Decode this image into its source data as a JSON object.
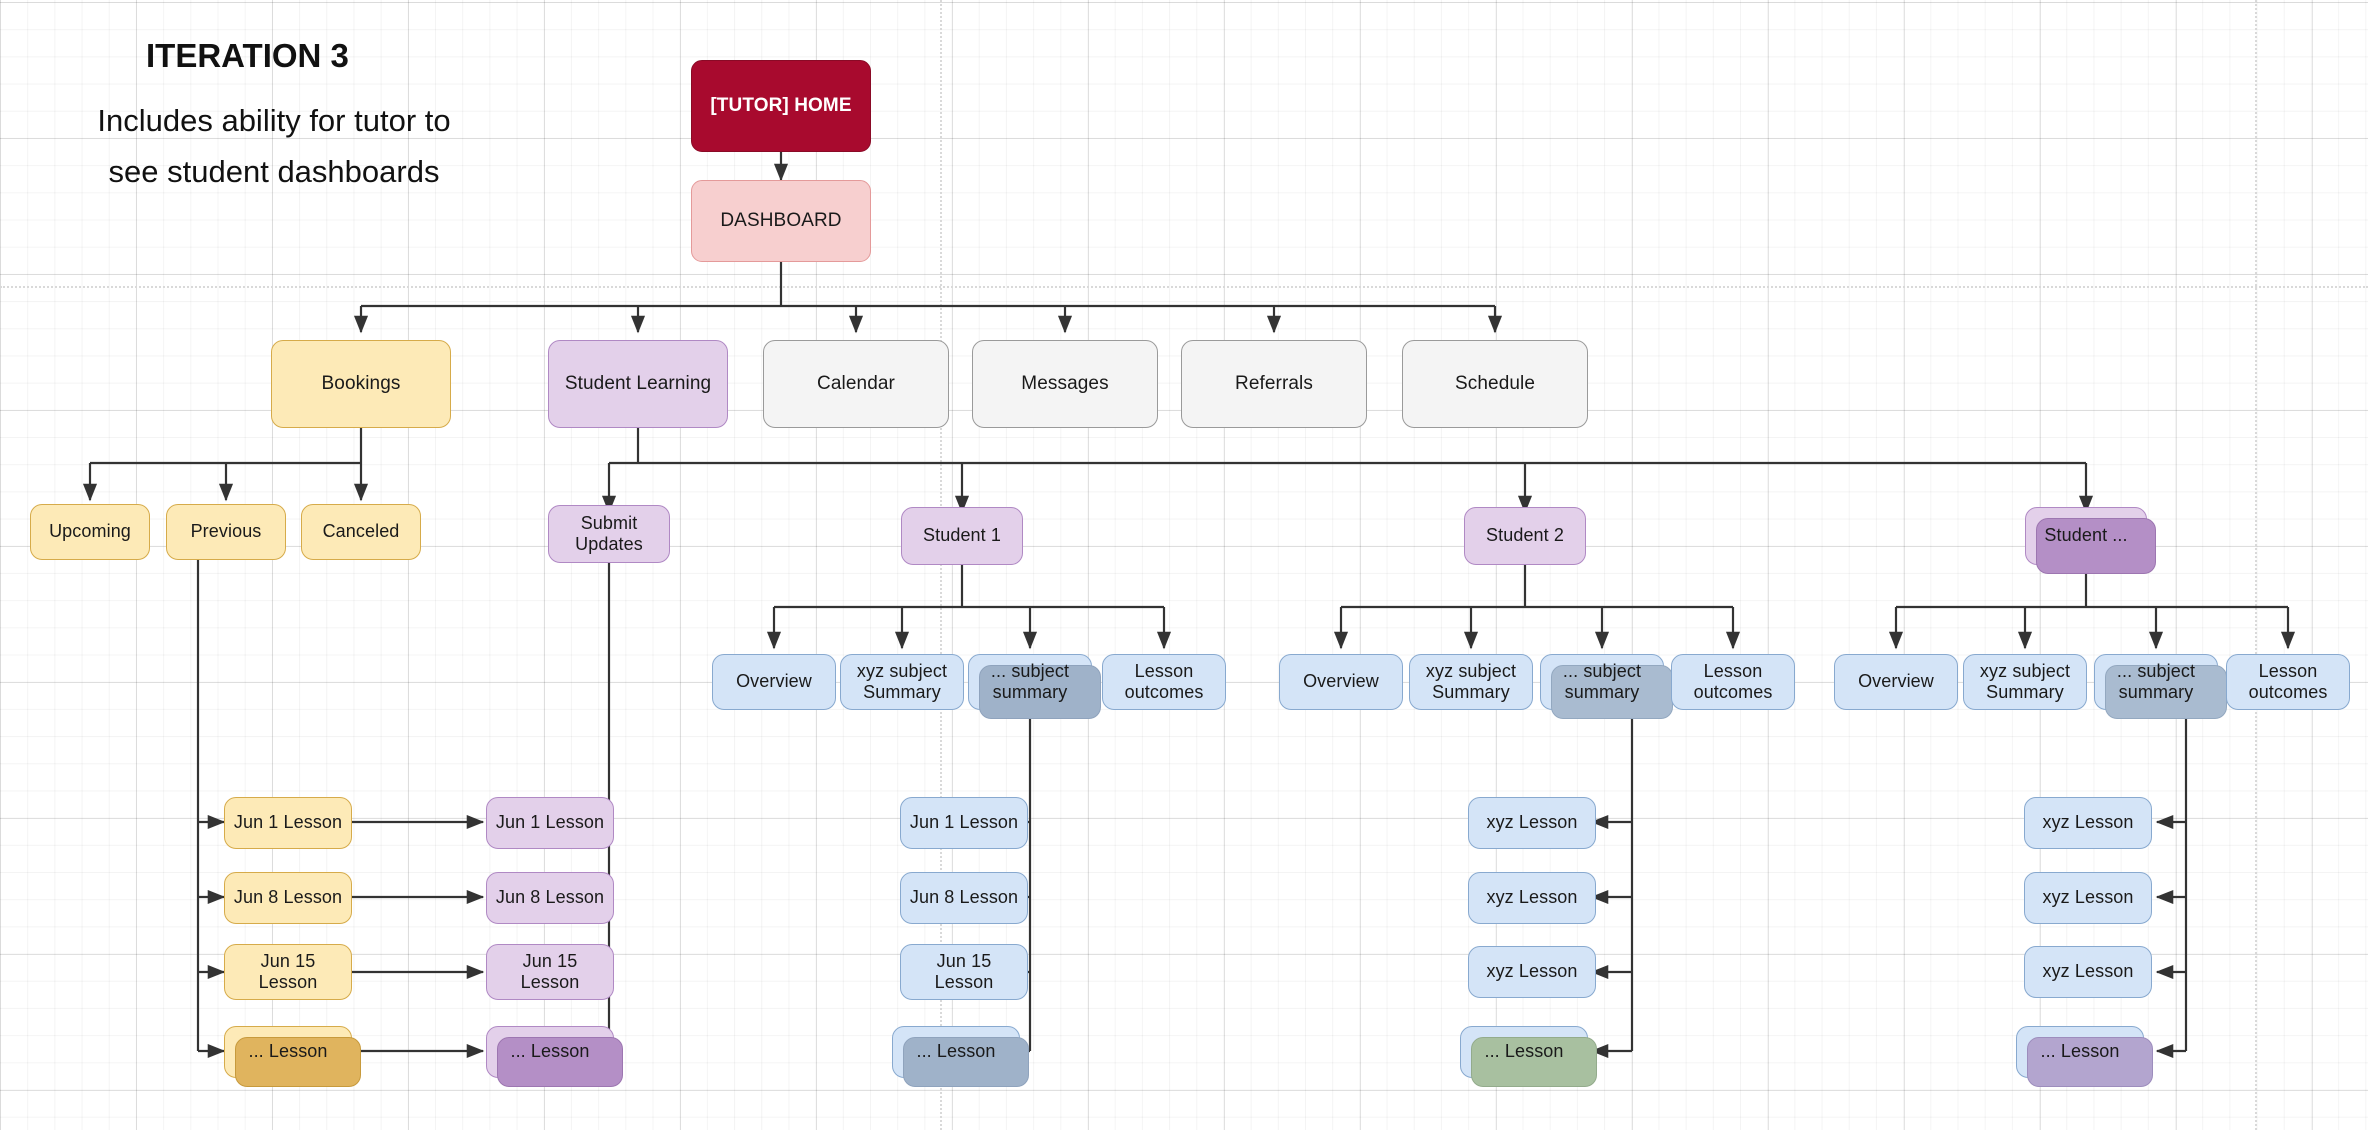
{
  "header": {
    "title": "ITERATION 3",
    "subtitle_line1": "Includes ability for tutor to",
    "subtitle_line2": "see student dashboards"
  },
  "colors": {
    "home": "#a80a2e",
    "dashboard": "#f7cfcf",
    "bookings_yellow": "#fdeab7",
    "student_purple": "#e3d0ea",
    "neutral_grey": "#f4f4f4",
    "lesson_blue": "#d4e4f7"
  },
  "nodes": {
    "home": "[TUTOR] HOME",
    "dashboard": "DASHBOARD",
    "level2": [
      "Bookings",
      "Student Learning",
      "Calendar",
      "Messages",
      "Referrals",
      "Schedule"
    ],
    "bookings_children": [
      "Upcoming",
      "Previous",
      "Canceled"
    ],
    "student_learning_children": [
      "Submit\nUpdates",
      "Student 1",
      "Student 2",
      "Student ..."
    ],
    "submit_updates_l1": "Submit",
    "submit_updates_l2": "Updates",
    "student1": "Student 1",
    "student2": "Student 2",
    "studentN": "Student ...",
    "student_tabs": [
      {
        "line1": "Overview",
        "line2": ""
      },
      {
        "line1": "xyz subject",
        "line2": "Summary"
      },
      {
        "line1": "... subject",
        "line2": "summary"
      },
      {
        "line1": "Lesson",
        "line2": "outcomes"
      }
    ],
    "previous_lessons_yellow": [
      "Jun 1 Lesson",
      "Jun 8 Lesson",
      "Jun 15\nLesson",
      "... Lesson"
    ],
    "previous_lessons_yellow_parts": [
      {
        "line1": "Jun 1 Lesson",
        "line2": ""
      },
      {
        "line1": "Jun 8 Lesson",
        "line2": ""
      },
      {
        "line1": "Jun 15",
        "line2": "Lesson"
      },
      {
        "line1": "... Lesson",
        "line2": ""
      }
    ],
    "submit_lessons_purple": [
      {
        "line1": "Jun 1 Lesson",
        "line2": ""
      },
      {
        "line1": "Jun 8 Lesson",
        "line2": ""
      },
      {
        "line1": "Jun 15",
        "line2": "Lesson"
      },
      {
        "line1": "... Lesson",
        "line2": ""
      }
    ],
    "student1_lessons": [
      {
        "line1": "Jun 1 Lesson",
        "line2": ""
      },
      {
        "line1": "Jun 8 Lesson",
        "line2": ""
      },
      {
        "line1": "Jun 15",
        "line2": "Lesson"
      },
      {
        "line1": "... Lesson",
        "line2": ""
      }
    ],
    "student2_lessons": [
      {
        "line1": "xyz Lesson",
        "line2": ""
      },
      {
        "line1": "xyz Lesson",
        "line2": ""
      },
      {
        "line1": "xyz Lesson",
        "line2": ""
      },
      {
        "line1": "... Lesson",
        "line2": ""
      }
    ],
    "studentN_lessons": [
      {
        "line1": "xyz Lesson",
        "line2": ""
      },
      {
        "line1": "xyz Lesson",
        "line2": ""
      },
      {
        "line1": "xyz Lesson",
        "line2": ""
      },
      {
        "line1": "... Lesson",
        "line2": ""
      }
    ]
  }
}
